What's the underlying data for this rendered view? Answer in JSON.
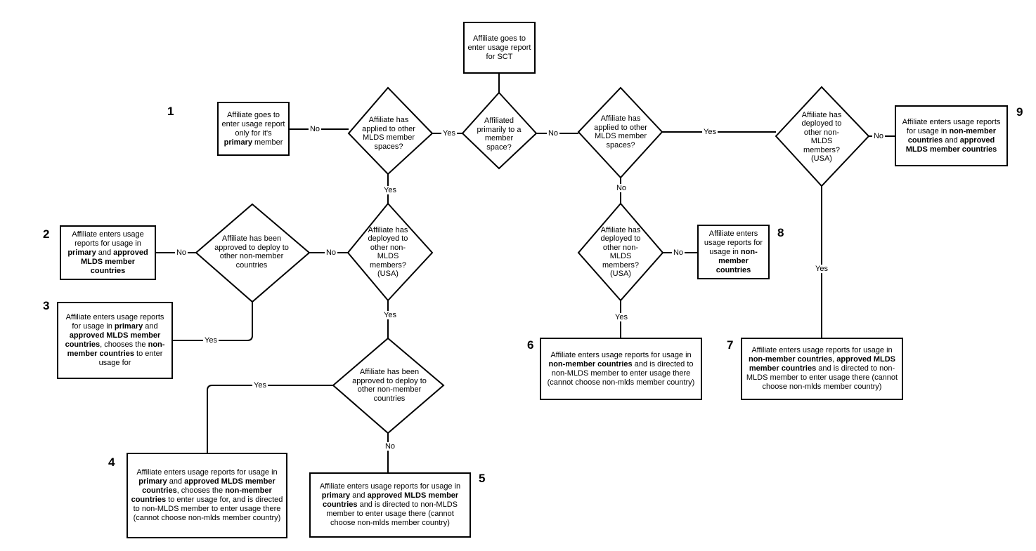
{
  "start_box": "Affiliate goes to enter usage report for SCT",
  "decisions": {
    "primary_member": "Affiliated primarily to a member space?",
    "applied_left": "Affiliate has applied to other MLDS member spaces?",
    "applied_right": "Affiliate has applied to other MLDS member spaces?",
    "deployed_left": "Affiliate has deployed to other non- MLDS members? (USA)",
    "approved_left": "Affiliate has been approved to deploy to other non-member countries",
    "approved_bottom": "Affiliate has been approved to deploy to other non-member countries",
    "deployed_mid": "Affiliate has deployed to other non- MLDS members? (USA)",
    "deployed_right": "Affiliate has deployed to other non- MLDS members? (USA)"
  },
  "outcomes": {
    "o1": {
      "number": "1",
      "parts": [
        [
          "Affiliate goes to enter usage report only for it's ",
          false
        ],
        [
          "primary",
          true
        ],
        [
          " member",
          false
        ]
      ]
    },
    "o2": {
      "number": "2",
      "parts": [
        [
          "Affiliate enters usage reports for usage in ",
          false
        ],
        [
          "primary",
          true
        ],
        [
          " and ",
          false
        ],
        [
          "approved MLDS member countries",
          true
        ]
      ]
    },
    "o3": {
      "number": "3",
      "parts": [
        [
          "Affiliate enters usage reports for usage in ",
          false
        ],
        [
          "primary",
          true
        ],
        [
          " and ",
          false
        ],
        [
          "approved MLDS member countries",
          true
        ],
        [
          ", chooses the ",
          false
        ],
        [
          "non-member countries",
          true
        ],
        [
          " to enter usage for",
          false
        ]
      ]
    },
    "o4": {
      "number": "4",
      "parts": [
        [
          "Affiliate enters usage reports for usage in ",
          false
        ],
        [
          "primary",
          true
        ],
        [
          " and ",
          false
        ],
        [
          "approved MLDS member countries",
          true
        ],
        [
          ", chooses the ",
          false
        ],
        [
          "non-member countries",
          true
        ],
        [
          " to enter usage for, and is directed to non-MLDS member to enter usage there (cannot choose non-mlds member country)",
          false
        ]
      ]
    },
    "o5": {
      "number": "5",
      "parts": [
        [
          "Affiliate enters usage reports for usage in ",
          false
        ],
        [
          "primary",
          true
        ],
        [
          " and ",
          false
        ],
        [
          "approved MLDS member countries",
          true
        ],
        [
          " and is directed to non-MLDS member to enter usage there (cannot choose non-mlds member country)",
          false
        ]
      ]
    },
    "o6": {
      "number": "6",
      "parts": [
        [
          "Affiliate enters usage reports for usage in ",
          false
        ],
        [
          "non-member countries",
          true
        ],
        [
          " and is directed to non-MLDS member to enter usage there (cannot choose non-mlds member country)",
          false
        ]
      ]
    },
    "o7": {
      "number": "7",
      "parts": [
        [
          "Affiliate enters usage reports for usage in ",
          false
        ],
        [
          "non-member countries",
          true
        ],
        [
          ", ",
          false
        ],
        [
          "approved MLDS member countries",
          true
        ],
        [
          " and is directed to non-MLDS member to enter usage there (cannot choose non-mlds member country)",
          false
        ]
      ]
    },
    "o8": {
      "number": "8",
      "parts": [
        [
          "Affiliate enters usage reports for usage in ",
          false
        ],
        [
          "non-member countries",
          true
        ]
      ]
    },
    "o9": {
      "number": "9",
      "parts": [
        [
          "Affiliate enters usage reports for usage in ",
          false
        ],
        [
          "non-member countries",
          true
        ],
        [
          " and ",
          false
        ],
        [
          "approved MLDS member countries",
          true
        ]
      ]
    }
  },
  "edge_labels": {
    "yes": "Yes",
    "no": "No"
  }
}
